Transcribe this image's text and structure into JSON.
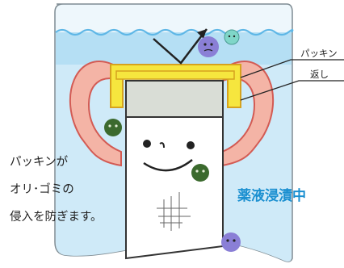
{
  "callouts": {
    "packing": "パッキン",
    "lip": "返し"
  },
  "caption": {
    "line1": "パッキンが",
    "line2": "オリ･ゴミの",
    "line3": "侵入を防ぎます。"
  },
  "status": "薬液浸漬中",
  "colors": {
    "liquid": "#cfeaf8",
    "liquid_top": "#9fd3ef",
    "wave": "#5fb7e6",
    "packing_yellow": "#f6e63e",
    "packing_outline": "#d6a21e",
    "cap_grey": "#d9ddd6",
    "body_pink": "#f4b4a6",
    "body_outline": "#d35b54",
    "status_text": "#1a8fd0",
    "germ_green": "#3b6a2e",
    "germ_purple": "#8a7fd6"
  },
  "icons": [
    "arrow-icon",
    "germ-icon",
    "smile-face-icon",
    "scratch-icon"
  ]
}
